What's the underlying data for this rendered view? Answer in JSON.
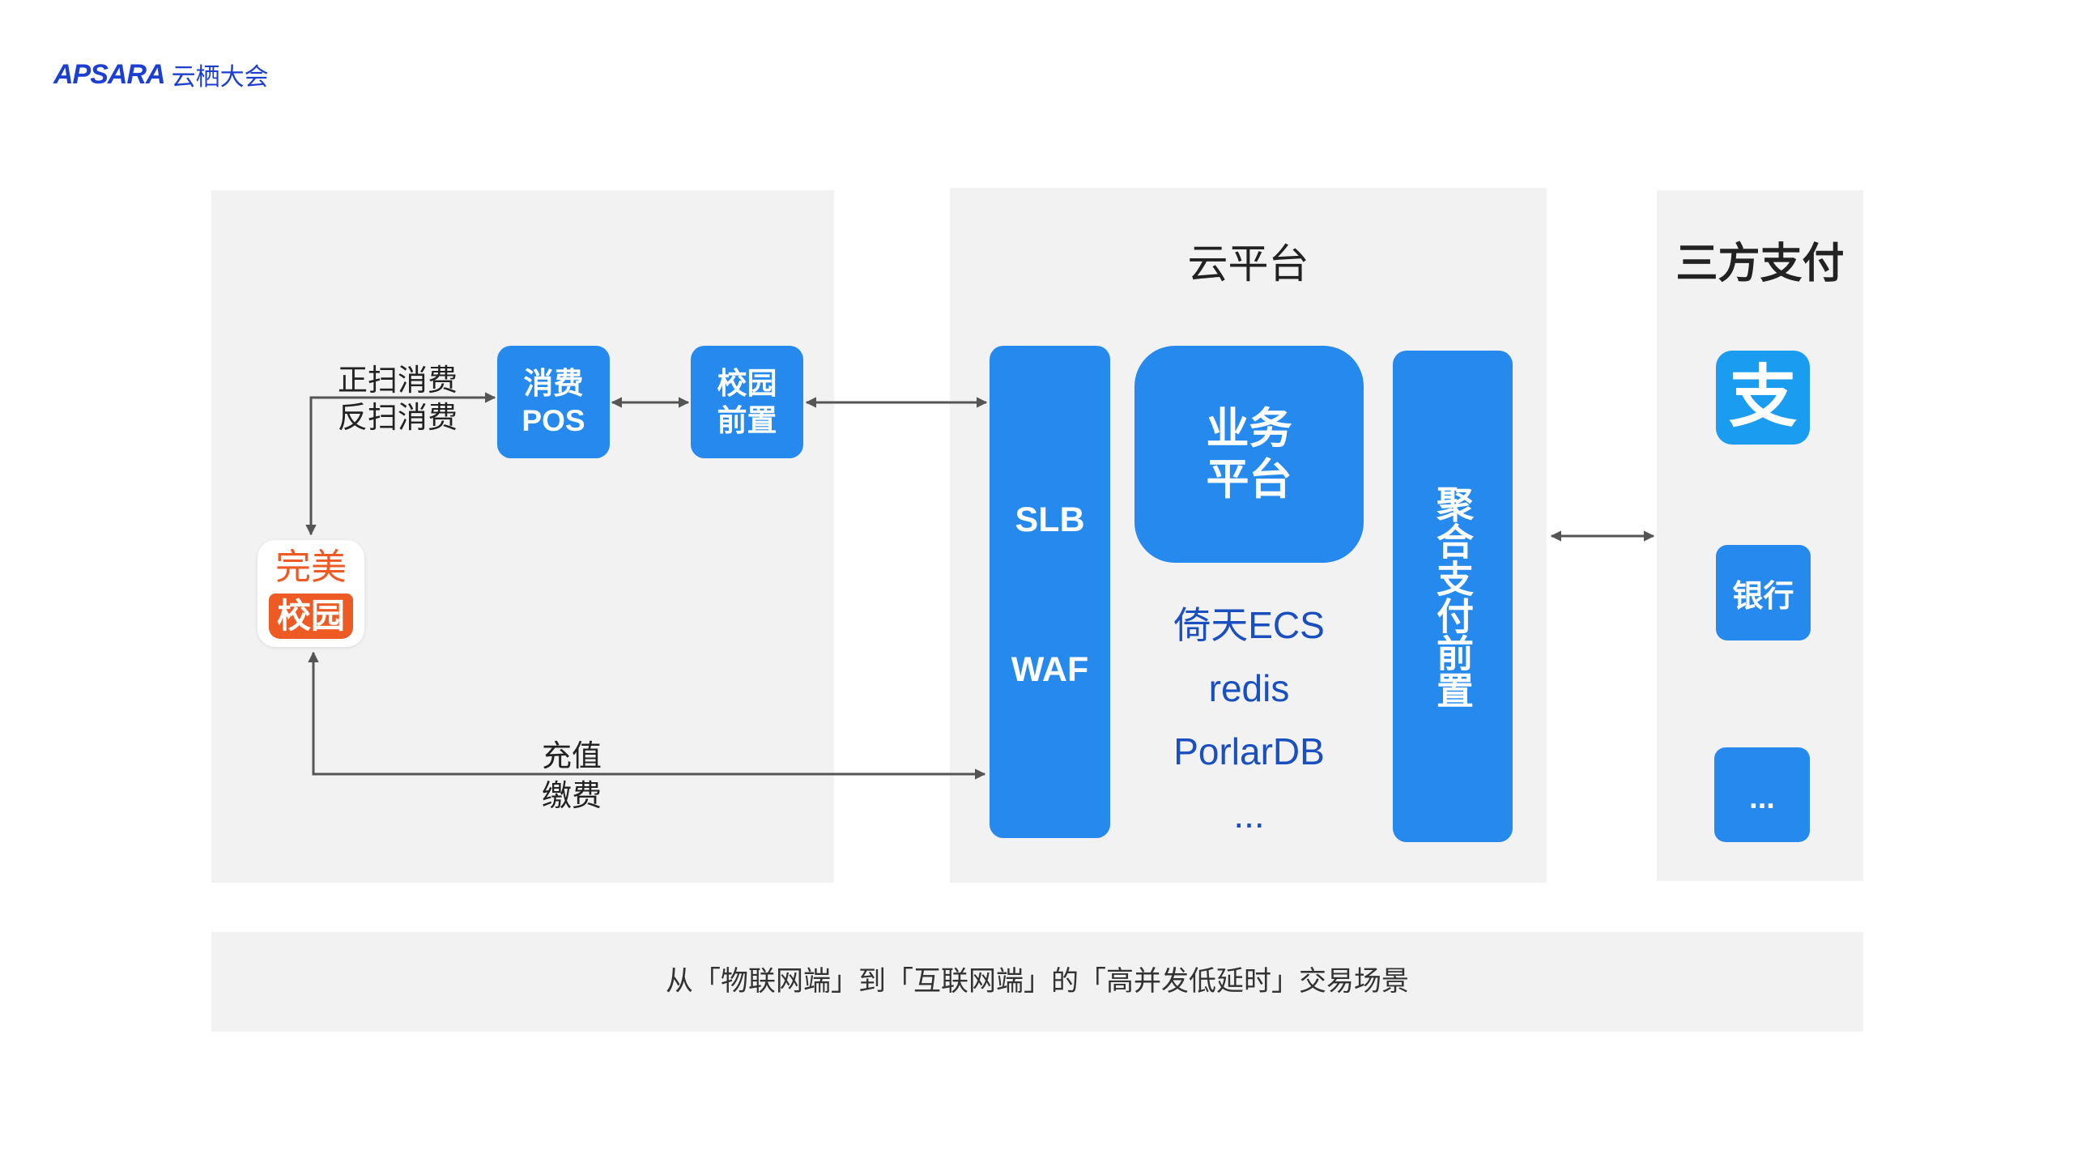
{
  "header": {
    "logo_brand": "APSARA",
    "logo_text": "云栖大会"
  },
  "left_panel": {
    "scan_labels": [
      "正扫消费",
      "反扫消费"
    ],
    "pos_box": [
      "消费",
      "POS"
    ],
    "campus_front_box": [
      "校园",
      "前置"
    ],
    "app_icon": {
      "top": "完美",
      "bottom": "校园"
    },
    "recharge_labels": [
      "充值",
      "缴费"
    ]
  },
  "cloud_panel": {
    "title": "云平台",
    "gateway_column": [
      "SLB",
      "WAF"
    ],
    "business_box": [
      "业务",
      "平台"
    ],
    "services": [
      "倚天ECS",
      "redis",
      "PorlarDB",
      "..."
    ],
    "payment_front_column": "聚合支付前置"
  },
  "third_party_panel": {
    "title": "三方支付",
    "alipay_glyph": "支",
    "bank_box": "银行",
    "more_box": "..."
  },
  "footer": {
    "caption": "从「物联网端」到「互联网端」的「高并发低延时」交易场景"
  },
  "colors": {
    "panel_bg": "#f2f2f2",
    "box_blue": "#2589ee",
    "service_text": "#1a4fbf",
    "brand_blue": "#1b3fd0",
    "app_orange": "#ee5a24",
    "alipay_blue": "#1a9cf1",
    "arrow": "#555555"
  }
}
